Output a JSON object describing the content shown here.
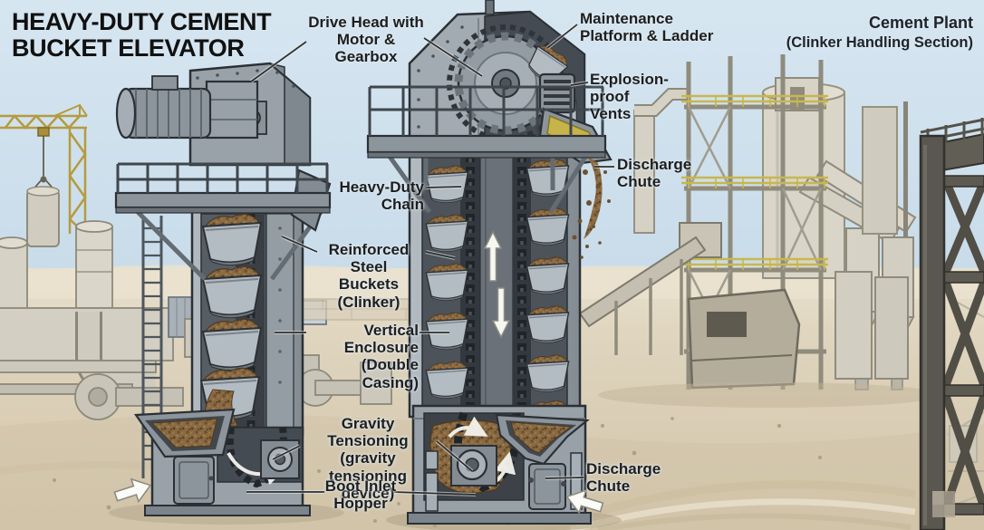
{
  "title": "HEAVY-DUTY CEMENT\nBUCKET ELEVATOR",
  "scene": {
    "name": "Cement Plant",
    "subtitle": "(Clinker Handling Section)"
  },
  "labels": {
    "drive_head": "Drive Head with\nMotor & Gearbox",
    "maintenance_platform": "Maintenance\nPlatform & Ladder",
    "explosion_vents": "Explosion-proof\nVents",
    "discharge_chute_top": "Discharge\nChute",
    "heavy_duty_chain": "Heavy-Duty\nChain",
    "steel_buckets": "Reinforced Steel\nBuckets (Clinker)",
    "vertical_enclosure": "Vertical Enclosure\n(Double Casing)",
    "gravity_tensioning": "Gravity Tensioning\n(gravity tensioning\ndevice)",
    "boot_inlet": "Boot Inlet\nHopper",
    "discharge_chute_bottom": "Discharge\nChute"
  },
  "colors": {
    "sky_top": "#d4e5f0",
    "sky_bottom": "#c3d7e6",
    "sand": "#ddd2bb",
    "steel_light": "#aeb6bd",
    "steel_mid": "#8d959c",
    "steel_dark": "#565d64",
    "casing_interior": "#3c4248",
    "clinker_brown": "#8a6a42",
    "chute_yellow": "#c6b34a",
    "crane_yellow": "#c0a544",
    "label_text": "#1e1e1e"
  }
}
